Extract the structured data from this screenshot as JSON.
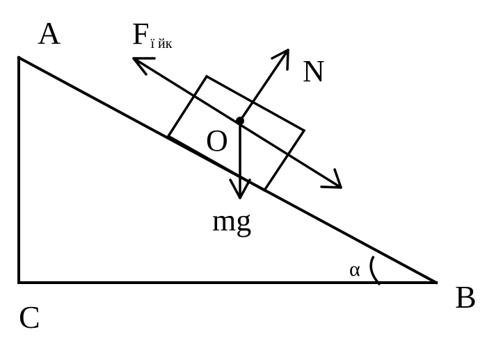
{
  "diagram": {
    "vertices": {
      "a": "A",
      "b": "B",
      "c": "C"
    },
    "center_label": "O",
    "forces": {
      "friction_main": "F",
      "friction_sub": "ї йк",
      "normal": "N",
      "gravity": "mg"
    },
    "angle": "α",
    "colors": {
      "stroke": "#000000",
      "background": "#ffffff"
    }
  }
}
